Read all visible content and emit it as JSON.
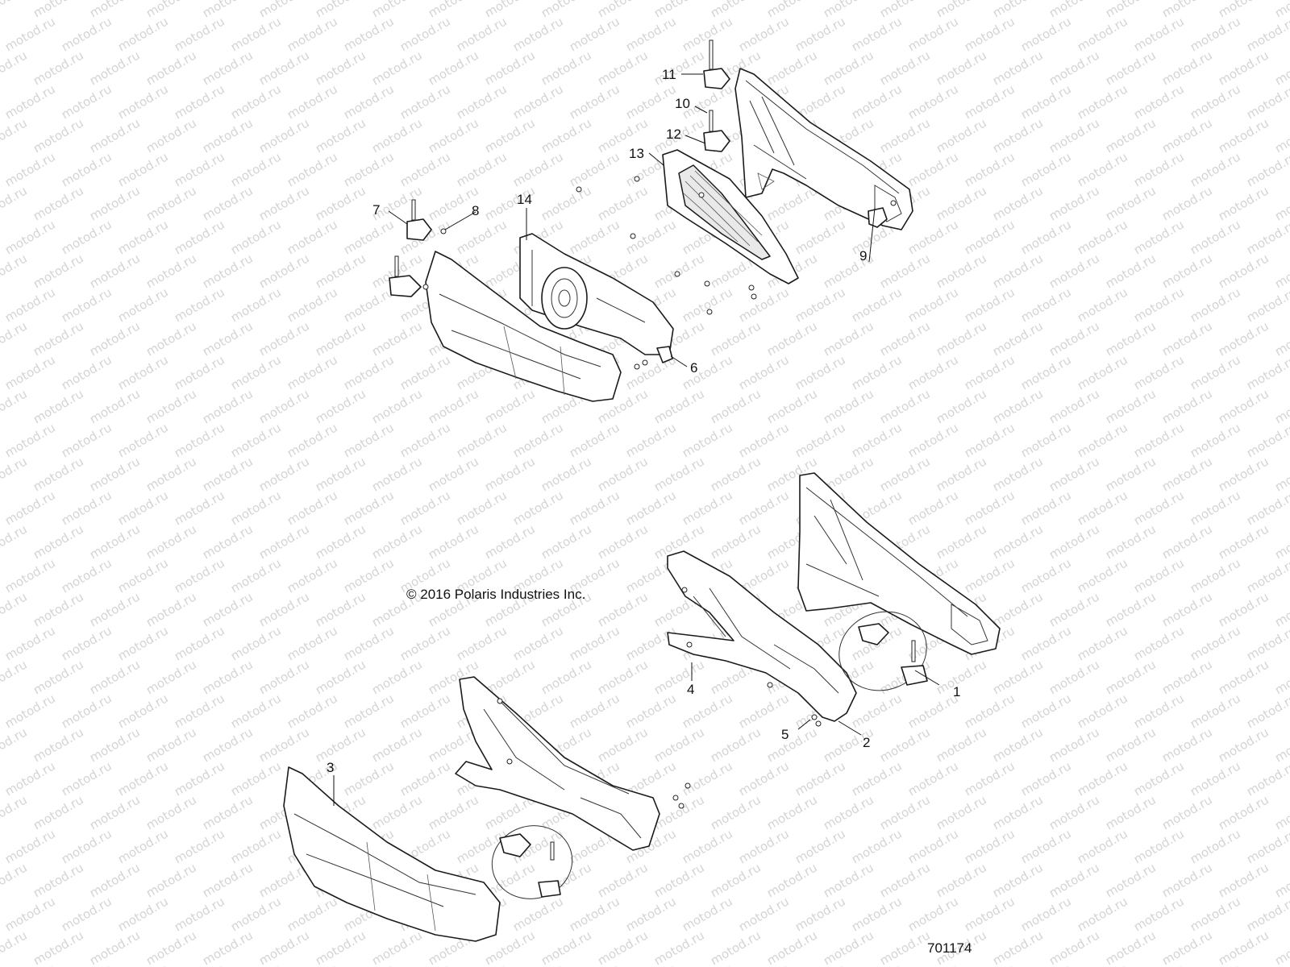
{
  "watermark": "motod.ru",
  "copyright": "© 2016 Polaris Industries Inc.",
  "figure_number": "701174",
  "callouts": [
    "1",
    "2",
    "3",
    "4",
    "5",
    "6",
    "7",
    "8",
    "9",
    "10",
    "11",
    "12",
    "13",
    "14"
  ],
  "colors": {
    "line": "#1a1a1a",
    "watermark": "#d4d4d4",
    "background": "#ffffff"
  }
}
